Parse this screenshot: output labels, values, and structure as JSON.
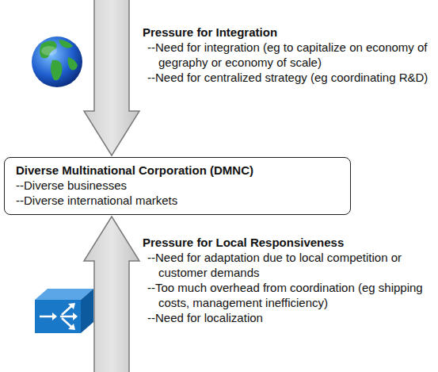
{
  "diagram": {
    "nodes": [
      {
        "text": [
          "Pressure for Integration",
          "--Need for integration (eg to capitalize on economy of gegraphy or economy of scale)",
          "--Need for centralized strategy (eg coordinating R&D)"
        ]
      },
      {
        "text": [
          "Diverse Multinational Corporation (DMNC)",
          "--Diverse businesses",
          "--Diverse international markets"
        ]
      },
      {
        "text": [
          "Pressure for Local Responsiveness",
          "--Need for adaptation due to local competition or customer demands",
          "--Too much overhead from coordination (eg shipping costs, management inefficiency)",
          "--Need for localization"
        ]
      }
    ]
  }
}
